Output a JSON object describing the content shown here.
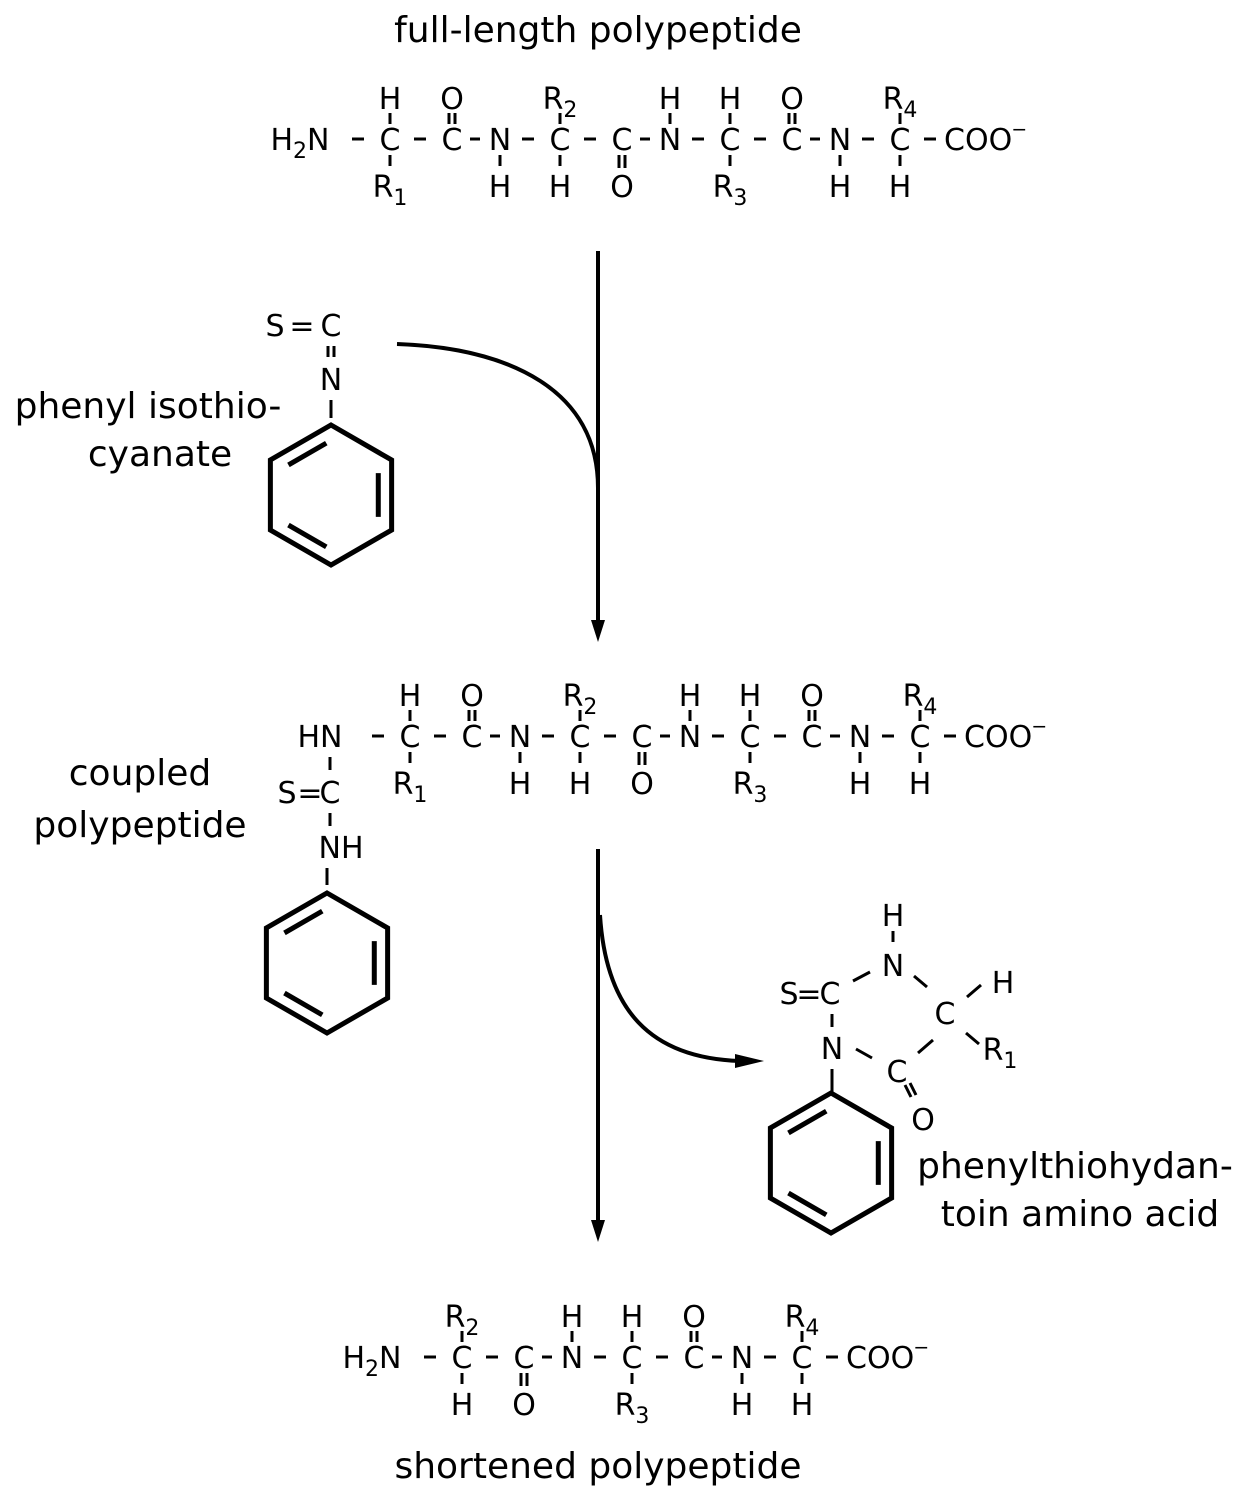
{
  "title": "Edman degradation",
  "labels": {
    "full_length": "full-length polypeptide",
    "reagent_line1": "phenyl isothio-",
    "reagent_line2": "cyanate",
    "coupled_line1": "coupled",
    "coupled_line2": "polypeptide",
    "pth_line1": "phenylthiohydan-",
    "pth_line2": "toin amino acid",
    "shortened": "shortened polypeptide"
  },
  "chains": {
    "full": {
      "start": "H2N",
      "residues": [
        {
          "up": "H",
          "down": "R1"
        },
        {
          "up": "R2",
          "down": "H"
        },
        {
          "up": "H",
          "down": "R3"
        },
        {
          "up": "R4",
          "down": "H"
        }
      ],
      "end": "COO-"
    },
    "coupled": {
      "start": "HN",
      "residues": [
        {
          "up": "H",
          "down": "R1"
        },
        {
          "up": "R2",
          "down": "H"
        },
        {
          "up": "H",
          "down": "R3"
        },
        {
          "up": "R4",
          "down": "H"
        }
      ],
      "end": "COO-"
    },
    "shortened": {
      "start": "H2N",
      "residues": [
        {
          "up": "R2",
          "down": "H"
        },
        {
          "up": "H",
          "down": "R3"
        },
        {
          "up": "R4",
          "down": "H"
        }
      ],
      "end": "COO-"
    }
  },
  "reagent": {
    "s": "S",
    "eq": "=",
    "c": "C",
    "n": "N"
  },
  "coupled_thiourea": {
    "s": "S",
    "c": "C",
    "nh": "NH"
  },
  "pth_ring": {
    "h_top": "H",
    "n_top": "N",
    "s": "S",
    "c_left": "C",
    "c_right": "C",
    "h_right": "H",
    "r": "R",
    "r_sub": "1",
    "n_bottom": "N",
    "c_bottom": "C",
    "o": "O"
  }
}
